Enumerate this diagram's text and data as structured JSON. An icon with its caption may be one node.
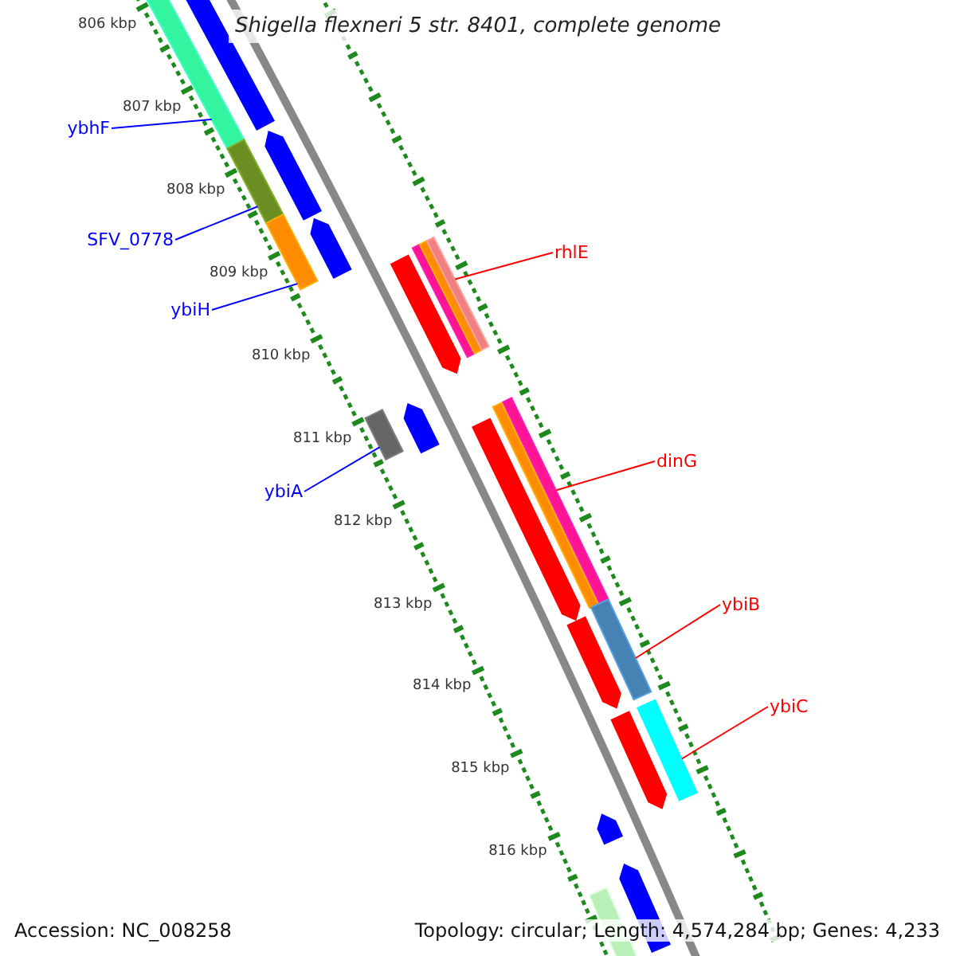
{
  "diagram": {
    "title": "Shigella flexneri 5 str. 8401, complete genome",
    "nodes": [
      {
        "text": [
          "ybhF"
        ]
      },
      {
        "text": [
          "SFV_0778"
        ]
      },
      {
        "text": [
          "rhlE"
        ]
      },
      {
        "text": [
          "ybiH"
        ]
      },
      {
        "text": [
          "dinG"
        ]
      },
      {
        "text": [
          "ybiA"
        ]
      },
      {
        "text": [
          "ybiB"
        ]
      },
      {
        "text": [
          "ybiC"
        ]
      },
      {
        "text": [],
        "shape": "bar"
      },
      {
        "text": [],
        "shape": "bar"
      },
      {
        "text": [],
        "shape": "bar"
      },
      {
        "text": [],
        "shape": "bar"
      },
      {
        "text": [],
        "shape": "bar"
      },
      {
        "text": [],
        "shape": "bar"
      },
      {
        "text": [],
        "shape": "bar"
      },
      {
        "text": [],
        "shape": "bar"
      },
      {
        "text": [],
        "shape": "arrow"
      },
      {
        "text": [],
        "shape": "arrow"
      },
      {
        "text": [],
        "shape": "arrow"
      }
    ],
    "edges": [
      {
        "from": 0,
        "to": 8,
        "arrow": "none",
        "color": "#0000ff"
      },
      {
        "from": 1,
        "to": 9,
        "arrow": "none",
        "color": "#0000ff"
      },
      {
        "from": 2,
        "to": 12,
        "arrow": "none",
        "color": "#ff0000"
      },
      {
        "from": 3,
        "to": 10,
        "arrow": "none",
        "color": "#0000ff"
      },
      {
        "from": 4,
        "to": 13,
        "arrow": "none",
        "color": "#ff0000"
      },
      {
        "from": 5,
        "to": 11,
        "arrow": "none",
        "color": "#0000ff"
      },
      {
        "from": 6,
        "to": 14,
        "arrow": "none",
        "color": "#ff0000"
      },
      {
        "from": 7,
        "to": 15,
        "arrow": "none",
        "color": "#ff0000"
      }
    ],
    "labels": [
      "806 kbp",
      "807 kbp",
      "808 kbp",
      "809 kbp",
      "810 kbp",
      "811 kbp",
      "812 kbp",
      "813 kbp",
      "814 kbp",
      "815 kbp",
      "816 kbp",
      "Accession: NC_008258",
      "Topology: circular; Length: 4,574,284 bp; Genes: 4,233"
    ]
  }
}
